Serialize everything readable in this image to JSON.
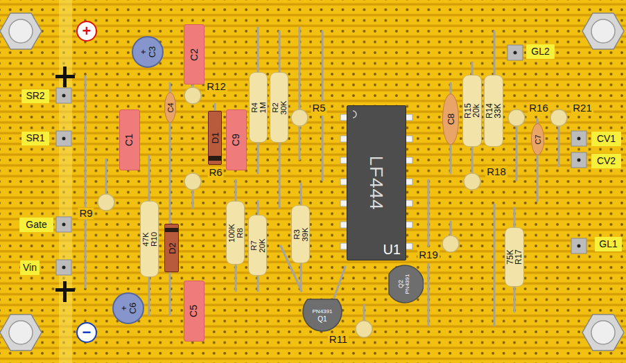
{
  "diagram": {
    "nodes": [
      {
        "text": [
          "+"
        ]
      },
      {
        "text": [
          "+",
          "C3"
        ]
      },
      {
        "text": [
          "C2"
        ]
      },
      {
        "text": [
          "GL2"
        ]
      },
      {
        "text": [
          "SR2"
        ]
      },
      {
        "text": [
          "C4"
        ]
      },
      {
        "text": [
          "R4",
          "1M"
        ]
      },
      {
        "text": [
          "R2",
          "30K"
        ]
      },
      {
        "text": [
          "LF444",
          "U1"
        ]
      },
      {
        "text": [
          "C8"
        ]
      },
      {
        "text": [
          "R15",
          "20k"
        ]
      },
      {
        "text": [
          "R14",
          "33K"
        ]
      },
      {
        "text": [
          "C1"
        ]
      },
      {
        "text": [
          "D1"
        ]
      },
      {
        "text": [
          "C9"
        ]
      },
      {
        "text": [
          "SR1"
        ]
      },
      {
        "text": [
          "C7"
        ]
      },
      {
        "text": [
          "CV1"
        ]
      },
      {
        "text": [
          "CV2"
        ]
      },
      {
        "text": [
          "100K",
          "R8"
        ]
      },
      {
        "text": [
          "Gate"
        ]
      },
      {
        "text": [
          "47K",
          "R10"
        ]
      },
      {
        "text": [
          "R7",
          "20K"
        ]
      },
      {
        "text": [
          "R3",
          "39K"
        ]
      },
      {
        "text": [
          "75K",
          "R17"
        ]
      },
      {
        "text": [
          "GL1"
        ]
      },
      {
        "text": [
          "D2"
        ]
      },
      {
        "text": [
          "Vin"
        ]
      },
      {
        "text": [
          "Q2",
          "PN4391"
        ]
      },
      {
        "text": [
          "PN4391",
          "Q1"
        ]
      },
      {
        "text": [
          "+",
          "C6"
        ]
      },
      {
        "text": [
          "C5"
        ]
      },
      {
        "text": [
          "−"
        ]
      }
    ],
    "labels": [
      "R12",
      "R6",
      "R5",
      "R9",
      "R11",
      "R19",
      "R18",
      "R16",
      "R21"
    ]
  }
}
